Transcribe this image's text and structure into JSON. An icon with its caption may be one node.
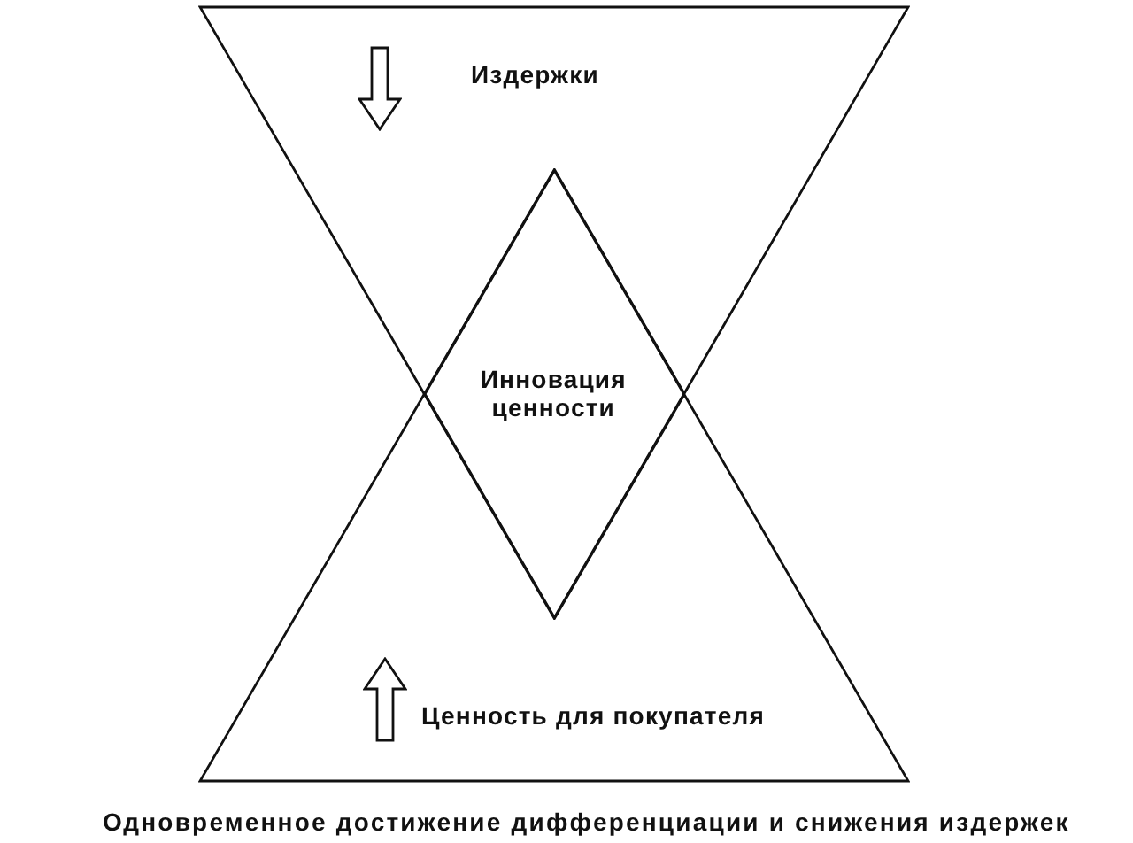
{
  "diagram": {
    "caption": "Одновременное достижение дифференциации и снижения издержек",
    "nodes": [
      {
        "text": [
          "Издержки"
        ]
      },
      {
        "text": [
          "Инновация ценности"
        ]
      },
      {
        "text": [
          "Ценность для покупателя"
        ]
      }
    ]
  }
}
